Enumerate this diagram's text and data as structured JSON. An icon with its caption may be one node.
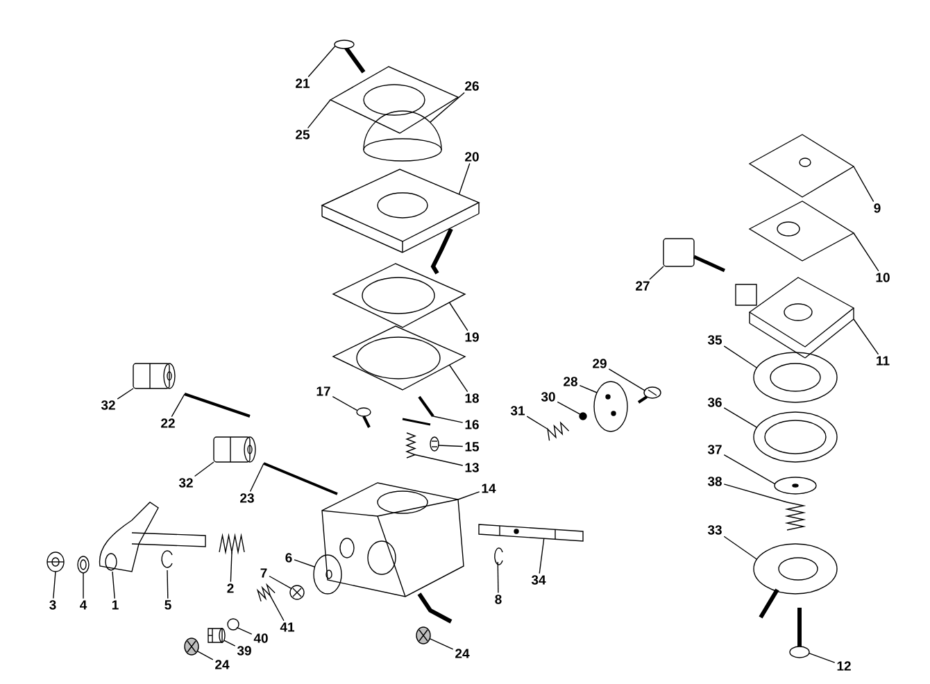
{
  "diagram": {
    "nodes": [
      {
        "text": [
          "21"
        ]
      },
      {
        "text": [
          "26"
        ]
      },
      {
        "text": [
          "25"
        ]
      },
      {
        "text": [
          "20"
        ]
      },
      {
        "text": [
          "9"
        ]
      },
      {
        "text": [
          "10"
        ]
      },
      {
        "text": [
          "27"
        ]
      },
      {
        "text": [
          "19"
        ]
      },
      {
        "text": [
          "35"
        ]
      },
      {
        "text": [
          "11"
        ]
      },
      {
        "text": [
          "29"
        ]
      },
      {
        "text": [
          "28"
        ]
      },
      {
        "text": [
          "17"
        ]
      },
      {
        "text": [
          "32"
        ]
      },
      {
        "text": [
          "18"
        ]
      },
      {
        "text": [
          "30"
        ]
      },
      {
        "text": [
          "36"
        ]
      },
      {
        "text": [
          "31"
        ]
      },
      {
        "text": [
          "22"
        ]
      },
      {
        "text": [
          "16"
        ]
      },
      {
        "text": [
          "15"
        ]
      },
      {
        "text": [
          "37"
        ]
      },
      {
        "text": [
          "13"
        ]
      },
      {
        "text": [
          "32"
        ]
      },
      {
        "text": [
          "38"
        ]
      },
      {
        "text": [
          "14"
        ]
      },
      {
        "text": [
          "23"
        ]
      },
      {
        "text": [
          "33"
        ]
      },
      {
        "text": [
          "6"
        ]
      },
      {
        "text": [
          "7"
        ]
      },
      {
        "text": [
          "34"
        ]
      },
      {
        "text": [
          "2"
        ]
      },
      {
        "text": [
          "8"
        ]
      },
      {
        "text": [
          "3"
        ]
      },
      {
        "text": [
          "4"
        ]
      },
      {
        "text": [
          "1"
        ]
      },
      {
        "text": [
          "5"
        ]
      },
      {
        "text": [
          "41"
        ]
      },
      {
        "text": [
          "40"
        ]
      },
      {
        "text": [
          "39"
        ]
      },
      {
        "text": [
          "24"
        ]
      },
      {
        "text": [
          "24"
        ]
      },
      {
        "text": [
          "12"
        ]
      },
      {
        "text": [],
        "shape": "picture"
      },
      {
        "text": [],
        "shape": "picture"
      },
      {
        "text": [],
        "shape": "picture"
      },
      {
        "text": [],
        "shape": "picture"
      },
      {
        "text": [],
        "shape": "picture"
      },
      {
        "text": [],
        "shape": "picture"
      },
      {
        "text": [],
        "shape": "picture"
      },
      {
        "text": [],
        "shape": "picture"
      },
      {
        "text": [],
        "shape": "picture"
      },
      {
        "text": [],
        "shape": "picture"
      },
      {
        "text": [],
        "shape": "picture"
      },
      {
        "text": [],
        "shape": "picture"
      },
      {
        "text": [],
        "shape": "picture"
      },
      {
        "text": [],
        "shape": "picture"
      },
      {
        "text": [],
        "shape": "picture"
      },
      {
        "text": [],
        "shape": "circle"
      },
      {
        "text": [],
        "shape": "picture"
      },
      {
        "text": [],
        "shape": "picture"
      },
      {
        "text": [],
        "shape": "picture"
      },
      {
        "text": [],
        "shape": "picture"
      },
      {
        "text": [],
        "shape": "picture"
      },
      {
        "text": [],
        "shape": "picture"
      },
      {
        "text": [],
        "shape": "picture"
      },
      {
        "text": [],
        "shape": "picture"
      },
      {
        "text": [],
        "shape": "picture"
      },
      {
        "text": [],
        "shape": "picture"
      },
      {
        "text": [],
        "shape": "picture"
      },
      {
        "text": [],
        "shape": "picture"
      },
      {
        "text": [],
        "shape": "picture"
      },
      {
        "text": [],
        "shape": "picture"
      },
      {
        "text": [],
        "shape": "picture"
      },
      {
        "text": [],
        "shape": "picture"
      },
      {
        "text": [],
        "shape": "picture"
      },
      {
        "text": [],
        "shape": "picture"
      },
      {
        "text": [],
        "shape": "picture"
      },
      {
        "text": [],
        "shape": "picture"
      },
      {
        "text": [],
        "shape": "picture"
      },
      {
        "text": [],
        "shape": "picture"
      },
      {
        "text": [],
        "shape": "circle"
      },
      {
        "text": [],
        "shape": "picture"
      },
      {
        "text": [],
        "shape": "picture"
      },
      {
        "text": [],
        "shape": "picture"
      },
      {
        "text": [],
        "shape": "picture"
      }
    ],
    "edges": [
      {
        "from": 0,
        "to": 43,
        "arrow": "none"
      },
      {
        "from": 1,
        "to": 44,
        "arrow": "none"
      },
      {
        "from": 2,
        "to": 45,
        "arrow": "none"
      },
      {
        "from": 3,
        "to": 46,
        "arrow": "none"
      },
      {
        "from": 4,
        "to": 47,
        "arrow": "none"
      },
      {
        "from": 5,
        "to": 48,
        "arrow": "none"
      },
      {
        "from": 6,
        "to": 49,
        "arrow": "none"
      },
      {
        "from": 7,
        "to": 50,
        "arrow": "none"
      },
      {
        "from": 8,
        "to": 51,
        "arrow": "none"
      },
      {
        "from": 9,
        "to": 52,
        "arrow": "none"
      },
      {
        "from": 10,
        "to": 53,
        "arrow": "none"
      },
      {
        "from": 11,
        "to": 54,
        "arrow": "none"
      },
      {
        "from": 12,
        "to": 55,
        "arrow": "none"
      },
      {
        "from": 13,
        "to": 56,
        "arrow": "none"
      },
      {
        "from": 14,
        "to": 57,
        "arrow": "none"
      },
      {
        "from": 15,
        "to": 58,
        "arrow": "none"
      },
      {
        "from": 16,
        "to": 59,
        "arrow": "none"
      },
      {
        "from": 17,
        "to": 60,
        "arrow": "none"
      },
      {
        "from": 18,
        "to": 61,
        "arrow": "none"
      },
      {
        "from": 19,
        "to": 62,
        "arrow": "none"
      },
      {
        "from": 20,
        "to": 63,
        "arrow": "none"
      },
      {
        "from": 21,
        "to": 64,
        "arrow": "none"
      },
      {
        "from": 22,
        "to": 65,
        "arrow": "none"
      },
      {
        "from": 23,
        "to": 66,
        "arrow": "none"
      },
      {
        "from": 24,
        "to": 67,
        "arrow": "none"
      },
      {
        "from": 25,
        "to": 68,
        "arrow": "none"
      },
      {
        "from": 26,
        "to": 69,
        "arrow": "none"
      },
      {
        "from": 27,
        "to": 70,
        "arrow": "none"
      },
      {
        "from": 28,
        "to": 71,
        "arrow": "none"
      },
      {
        "from": 29,
        "to": 72,
        "arrow": "none"
      },
      {
        "from": 30,
        "to": 73,
        "arrow": "none"
      },
      {
        "from": 31,
        "to": 74,
        "arrow": "none"
      },
      {
        "from": 32,
        "to": 75,
        "arrow": "none"
      },
      {
        "from": 33,
        "to": 76,
        "arrow": "none"
      },
      {
        "from": 34,
        "to": 77,
        "arrow": "none"
      },
      {
        "from": 35,
        "to": 78,
        "arrow": "none"
      },
      {
        "from": 36,
        "to": 79,
        "arrow": "none"
      },
      {
        "from": 37,
        "to": 80,
        "arrow": "none"
      },
      {
        "from": 38,
        "to": 81,
        "arrow": "none"
      },
      {
        "from": 39,
        "to": 82,
        "arrow": "none"
      },
      {
        "from": 40,
        "to": 83,
        "arrow": "none"
      },
      {
        "from": 41,
        "to": 84,
        "arrow": "none"
      },
      {
        "from": 42,
        "to": 85,
        "arrow": "none"
      }
    ]
  }
}
